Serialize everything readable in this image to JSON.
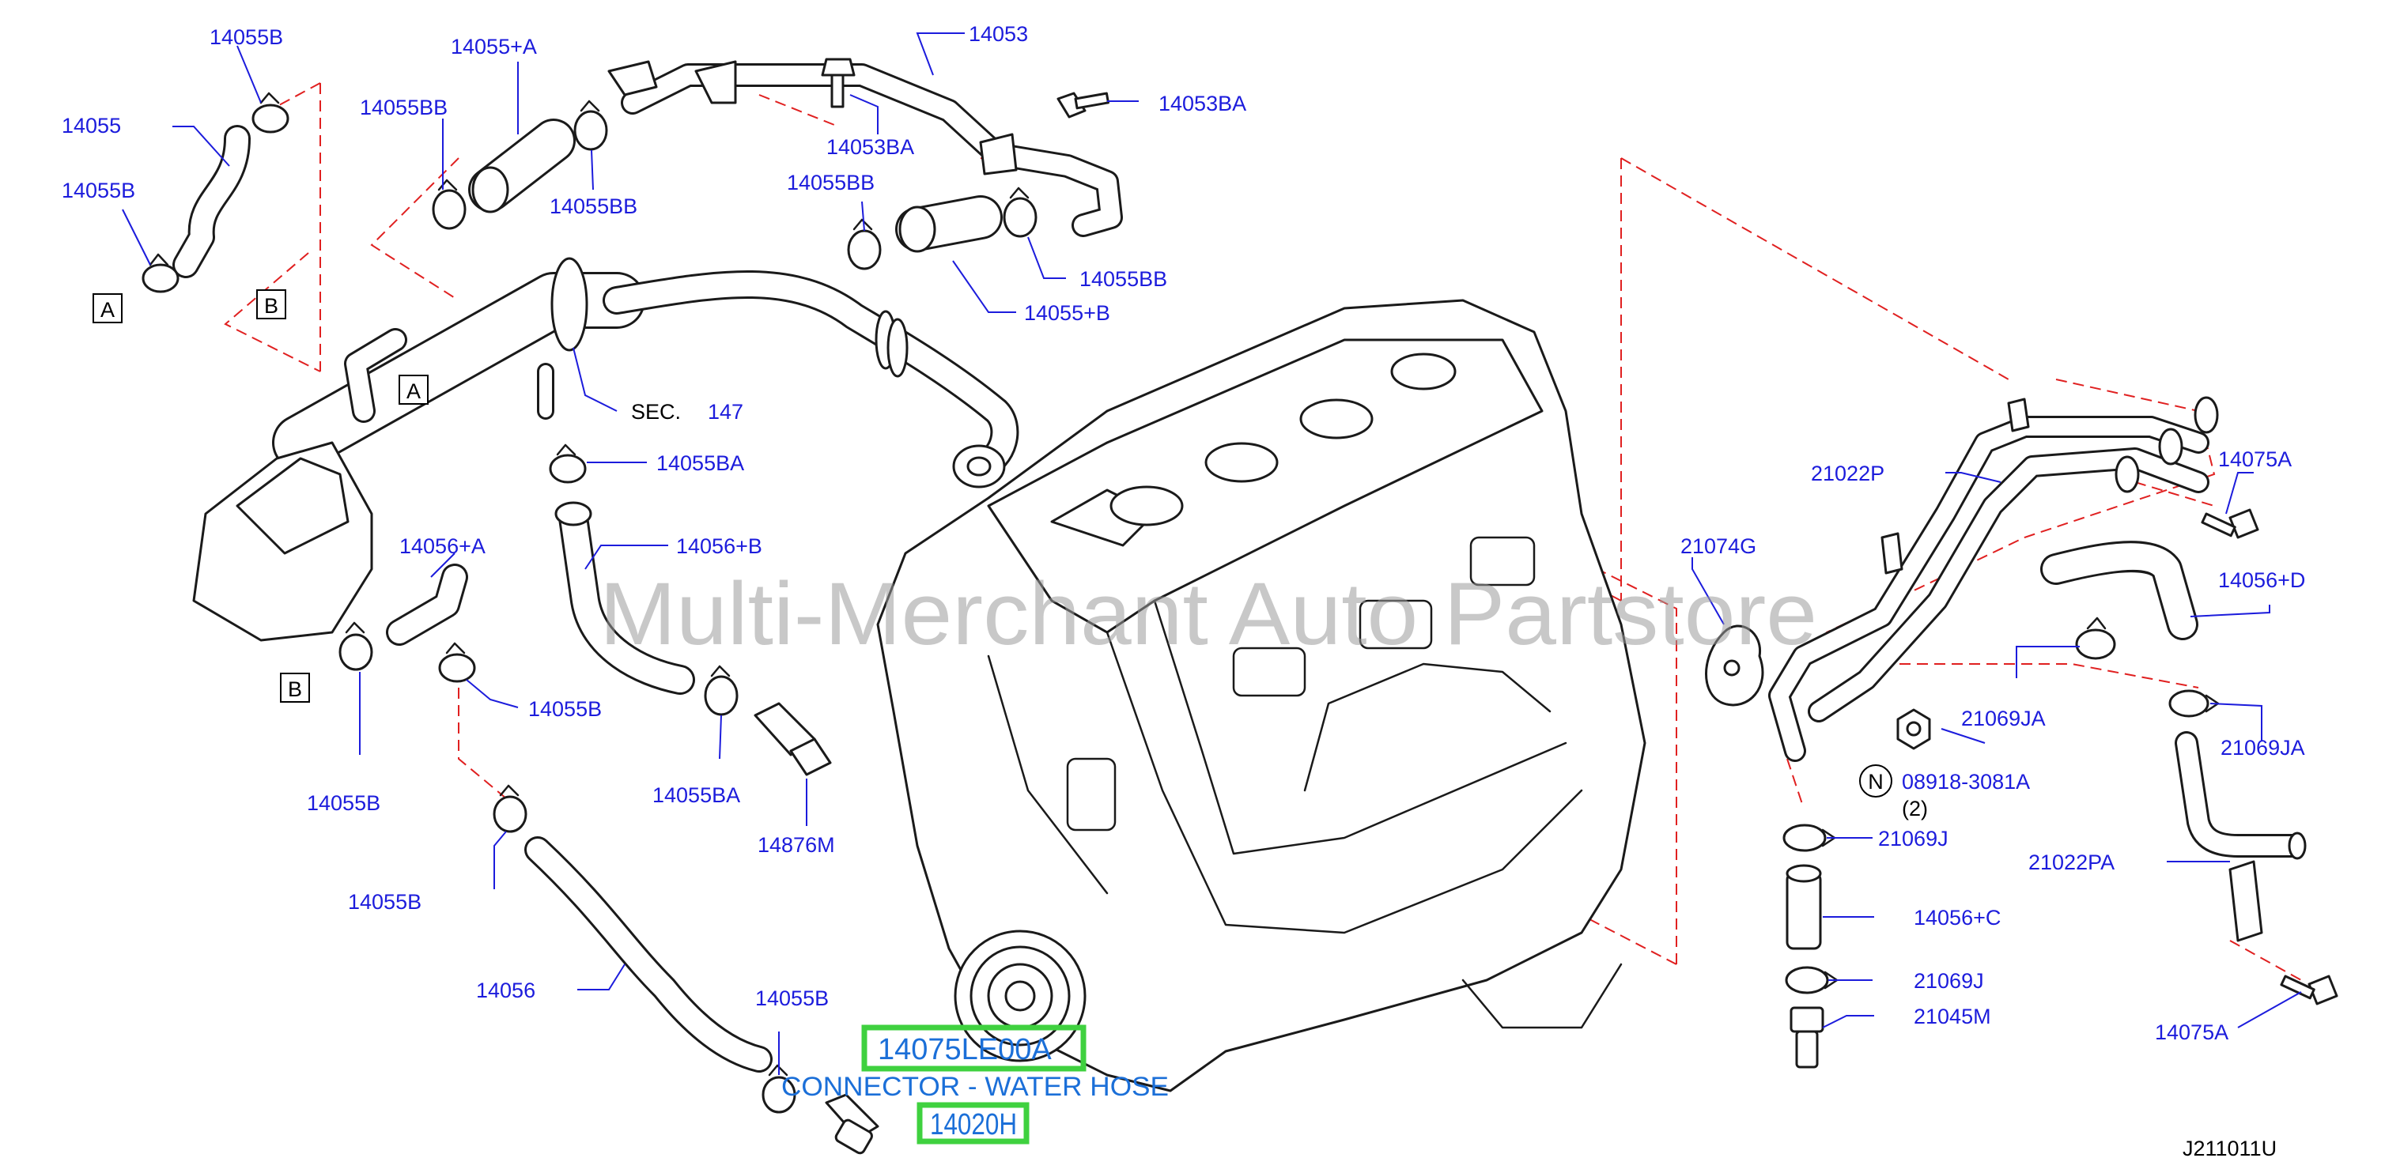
{
  "watermark": "Multi-Merchant Auto Partstore",
  "diagram_code": "J211011U",
  "highlight": {
    "part_number": "14075LE00A",
    "description": "CONNECTOR - WATER HOSE",
    "ref_code": "14020H"
  },
  "section_ref": {
    "prefix": "SEC.",
    "number": "147"
  },
  "callouts": [
    "14055B",
    "14055",
    "14055B",
    "14055+A",
    "14055BB",
    "14055BB",
    "14053",
    "14053BA",
    "14053BA",
    "14055BB",
    "14055BB",
    "14055+B",
    "14055BA",
    "14056+B",
    "14056+A",
    "14055B",
    "14055B",
    "14055BA",
    "14876M",
    "14055B",
    "14056",
    "14055B",
    "21022P",
    "14075A",
    "21074G",
    "14056+D",
    "21069JA",
    "21069JA",
    "08918-3081A",
    "(2)",
    "21069J",
    "21022PA",
    "14056+C",
    "21069J",
    "21045M",
    "14075A"
  ],
  "ref_markers": [
    "A",
    "B",
    "A",
    "B"
  ],
  "notice_symbol": "N",
  "colors": {
    "label": "#1c1cdc",
    "guide_line": "#e02020",
    "highlight_box": "#3fd13f",
    "highlight_text": "#1b6fd8"
  }
}
